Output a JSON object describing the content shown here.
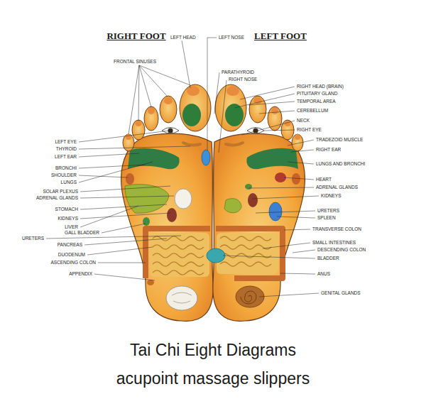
{
  "diagram": {
    "caption": "Tai Chi Eight Diagrams acupoint massage slippers",
    "labels": [
      "RIGHT FOOT",
      "LEFT FOOT",
      "FRONTAL SINUSES",
      "LEFT HEAD",
      "LEFT NOSE",
      "PARATHYROID",
      "RIGHT NOSE",
      "RIGHT HEAD (BRAIN)",
      "PITUITARY GLAND",
      "TEMPORAL AREA",
      "CEREBELLUM",
      "NECK",
      "RIGHT EYE",
      "TRADEZOID MUSCLE",
      "RIGHT EAR",
      "LUNGS AND BRONCHI",
      "HEART",
      "ADRENAL GLANDS",
      "KIDNEYS",
      "URETERS",
      "SPLEEN",
      "TRANSVERSE COLON",
      "SMALL INTESTINES",
      "DESCENDING COLON",
      "BLADDER",
      "ANUS",
      "GENITAL GLANDS",
      "LEFT EYE",
      "THYROID",
      "LEFT EAR",
      "BRONCHI",
      "SHOULDER",
      "LUNGS",
      "SOLAR PLEXUS",
      "ADRENAL GLANDS",
      "STOMACH",
      "KIDNEYS",
      "LIVER",
      "GALL BLADDER",
      "URETERS",
      "PANCREAS",
      "DUODENUM",
      "ASCENDING COLON",
      "APPENDIX"
    ]
  }
}
